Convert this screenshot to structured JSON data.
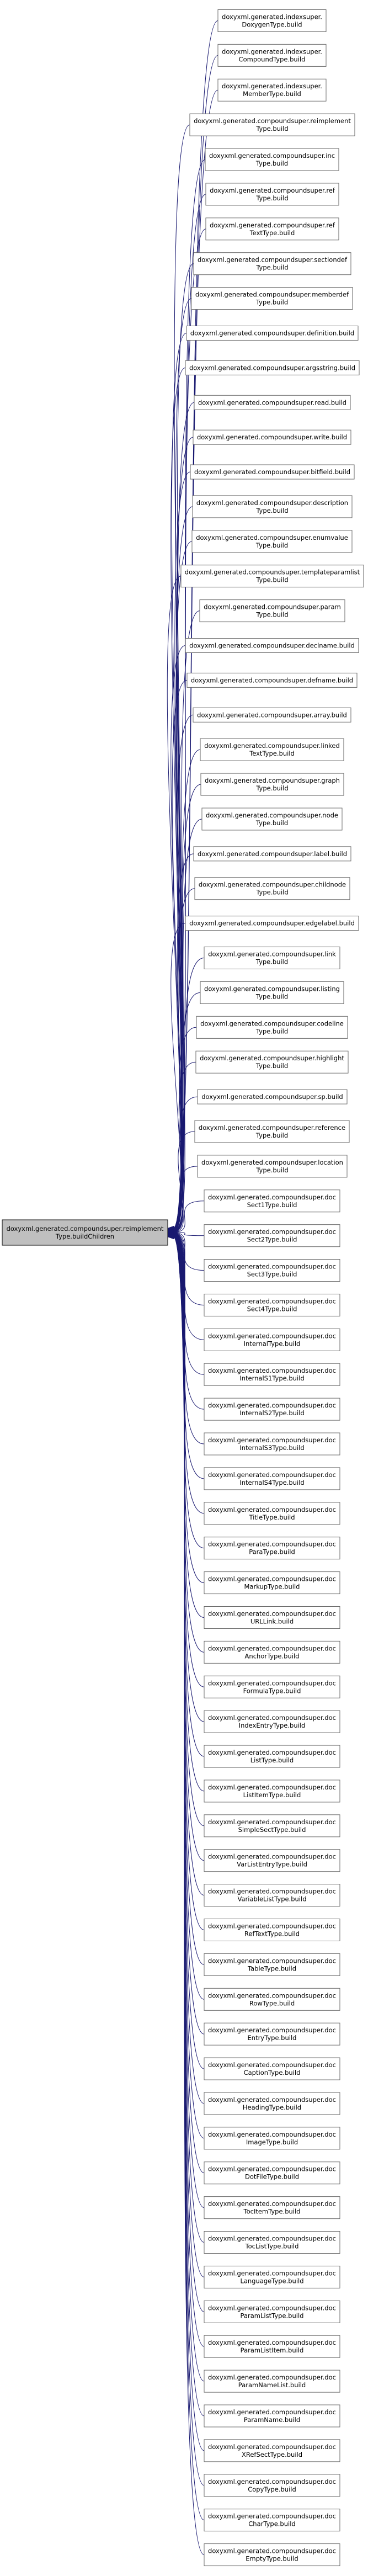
{
  "diagram": {
    "source": {
      "lines": [
        "doxyxml.generated.compoundsuper.reimplement",
        "Type.buildChildren"
      ]
    },
    "targets": [
      {
        "lines": [
          "doxyxml.generated.indexsuper.",
          "DoxygenType.build"
        ]
      },
      {
        "lines": [
          "doxyxml.generated.indexsuper.",
          "CompoundType.build"
        ]
      },
      {
        "lines": [
          "doxyxml.generated.indexsuper.",
          "MemberType.build"
        ]
      },
      {
        "lines": [
          "doxyxml.generated.compoundsuper.reimplement",
          "Type.build"
        ]
      },
      {
        "lines": [
          "doxyxml.generated.compoundsuper.inc",
          "Type.build"
        ]
      },
      {
        "lines": [
          "doxyxml.generated.compoundsuper.ref",
          "Type.build"
        ]
      },
      {
        "lines": [
          "doxyxml.generated.compoundsuper.ref",
          "TextType.build"
        ]
      },
      {
        "lines": [
          "doxyxml.generated.compoundsuper.sectiondef",
          "Type.build"
        ]
      },
      {
        "lines": [
          "doxyxml.generated.compoundsuper.memberdef",
          "Type.build"
        ]
      },
      {
        "lines": [
          "doxyxml.generated.compoundsuper.definition.build"
        ]
      },
      {
        "lines": [
          "doxyxml.generated.compoundsuper.argsstring.build"
        ]
      },
      {
        "lines": [
          "doxyxml.generated.compoundsuper.read.build"
        ]
      },
      {
        "lines": [
          "doxyxml.generated.compoundsuper.write.build"
        ]
      },
      {
        "lines": [
          "doxyxml.generated.compoundsuper.bitfield.build"
        ]
      },
      {
        "lines": [
          "doxyxml.generated.compoundsuper.description",
          "Type.build"
        ]
      },
      {
        "lines": [
          "doxyxml.generated.compoundsuper.enumvalue",
          "Type.build"
        ]
      },
      {
        "lines": [
          "doxyxml.generated.compoundsuper.templateparamlist",
          "Type.build"
        ]
      },
      {
        "lines": [
          "doxyxml.generated.compoundsuper.param",
          "Type.build"
        ]
      },
      {
        "lines": [
          "doxyxml.generated.compoundsuper.declname.build"
        ]
      },
      {
        "lines": [
          "doxyxml.generated.compoundsuper.defname.build"
        ]
      },
      {
        "lines": [
          "doxyxml.generated.compoundsuper.array.build"
        ]
      },
      {
        "lines": [
          "doxyxml.generated.compoundsuper.linked",
          "TextType.build"
        ]
      },
      {
        "lines": [
          "doxyxml.generated.compoundsuper.graph",
          "Type.build"
        ]
      },
      {
        "lines": [
          "doxyxml.generated.compoundsuper.node",
          "Type.build"
        ]
      },
      {
        "lines": [
          "doxyxml.generated.compoundsuper.label.build"
        ]
      },
      {
        "lines": [
          "doxyxml.generated.compoundsuper.childnode",
          "Type.build"
        ]
      },
      {
        "lines": [
          "doxyxml.generated.compoundsuper.edgelabel.build"
        ]
      },
      {
        "lines": [
          "doxyxml.generated.compoundsuper.link",
          "Type.build"
        ]
      },
      {
        "lines": [
          "doxyxml.generated.compoundsuper.listing",
          "Type.build"
        ]
      },
      {
        "lines": [
          "doxyxml.generated.compoundsuper.codeline",
          "Type.build"
        ]
      },
      {
        "lines": [
          "doxyxml.generated.compoundsuper.highlight",
          "Type.build"
        ]
      },
      {
        "lines": [
          "doxyxml.generated.compoundsuper.sp.build"
        ]
      },
      {
        "lines": [
          "doxyxml.generated.compoundsuper.reference",
          "Type.build"
        ]
      },
      {
        "lines": [
          "doxyxml.generated.compoundsuper.location",
          "Type.build"
        ]
      },
      {
        "lines": [
          "doxyxml.generated.compoundsuper.doc",
          "Sect1Type.build"
        ]
      },
      {
        "lines": [
          "doxyxml.generated.compoundsuper.doc",
          "Sect2Type.build"
        ]
      },
      {
        "lines": [
          "doxyxml.generated.compoundsuper.doc",
          "Sect3Type.build"
        ]
      },
      {
        "lines": [
          "doxyxml.generated.compoundsuper.doc",
          "Sect4Type.build"
        ]
      },
      {
        "lines": [
          "doxyxml.generated.compoundsuper.doc",
          "InternalType.build"
        ]
      },
      {
        "lines": [
          "doxyxml.generated.compoundsuper.doc",
          "InternalS1Type.build"
        ]
      },
      {
        "lines": [
          "doxyxml.generated.compoundsuper.doc",
          "InternalS2Type.build"
        ]
      },
      {
        "lines": [
          "doxyxml.generated.compoundsuper.doc",
          "InternalS3Type.build"
        ]
      },
      {
        "lines": [
          "doxyxml.generated.compoundsuper.doc",
          "InternalS4Type.build"
        ]
      },
      {
        "lines": [
          "doxyxml.generated.compoundsuper.doc",
          "TitleType.build"
        ]
      },
      {
        "lines": [
          "doxyxml.generated.compoundsuper.doc",
          "ParaType.build"
        ]
      },
      {
        "lines": [
          "doxyxml.generated.compoundsuper.doc",
          "MarkupType.build"
        ]
      },
      {
        "lines": [
          "doxyxml.generated.compoundsuper.doc",
          "URLLink.build"
        ]
      },
      {
        "lines": [
          "doxyxml.generated.compoundsuper.doc",
          "AnchorType.build"
        ]
      },
      {
        "lines": [
          "doxyxml.generated.compoundsuper.doc",
          "FormulaType.build"
        ]
      },
      {
        "lines": [
          "doxyxml.generated.compoundsuper.doc",
          "IndexEntryType.build"
        ]
      },
      {
        "lines": [
          "doxyxml.generated.compoundsuper.doc",
          "ListType.build"
        ]
      },
      {
        "lines": [
          "doxyxml.generated.compoundsuper.doc",
          "ListItemType.build"
        ]
      },
      {
        "lines": [
          "doxyxml.generated.compoundsuper.doc",
          "SimpleSectType.build"
        ]
      },
      {
        "lines": [
          "doxyxml.generated.compoundsuper.doc",
          "VarListEntryType.build"
        ]
      },
      {
        "lines": [
          "doxyxml.generated.compoundsuper.doc",
          "VariableListType.build"
        ]
      },
      {
        "lines": [
          "doxyxml.generated.compoundsuper.doc",
          "RefTextType.build"
        ]
      },
      {
        "lines": [
          "doxyxml.generated.compoundsuper.doc",
          "TableType.build"
        ]
      },
      {
        "lines": [
          "doxyxml.generated.compoundsuper.doc",
          "RowType.build"
        ]
      },
      {
        "lines": [
          "doxyxml.generated.compoundsuper.doc",
          "EntryType.build"
        ]
      },
      {
        "lines": [
          "doxyxml.generated.compoundsuper.doc",
          "CaptionType.build"
        ]
      },
      {
        "lines": [
          "doxyxml.generated.compoundsuper.doc",
          "HeadingType.build"
        ]
      },
      {
        "lines": [
          "doxyxml.generated.compoundsuper.doc",
          "ImageType.build"
        ]
      },
      {
        "lines": [
          "doxyxml.generated.compoundsuper.doc",
          "DotFileType.build"
        ]
      },
      {
        "lines": [
          "doxyxml.generated.compoundsuper.doc",
          "TocItemType.build"
        ]
      },
      {
        "lines": [
          "doxyxml.generated.compoundsuper.doc",
          "TocListType.build"
        ]
      },
      {
        "lines": [
          "doxyxml.generated.compoundsuper.doc",
          "LanguageType.build"
        ]
      },
      {
        "lines": [
          "doxyxml.generated.compoundsuper.doc",
          "ParamListType.build"
        ]
      },
      {
        "lines": [
          "doxyxml.generated.compoundsuper.doc",
          "ParamListItem.build"
        ]
      },
      {
        "lines": [
          "doxyxml.generated.compoundsuper.doc",
          "ParamNameList.build"
        ]
      },
      {
        "lines": [
          "doxyxml.generated.compoundsuper.doc",
          "ParamName.build"
        ]
      },
      {
        "lines": [
          "doxyxml.generated.compoundsuper.doc",
          "XRefSectType.build"
        ]
      },
      {
        "lines": [
          "doxyxml.generated.compoundsuper.doc",
          "CopyType.build"
        ]
      },
      {
        "lines": [
          "doxyxml.generated.compoundsuper.doc",
          "CharType.build"
        ]
      },
      {
        "lines": [
          "doxyxml.generated.compoundsuper.doc",
          "EmptyType.build"
        ]
      }
    ],
    "colors": {
      "edge": "#191970",
      "source_fill": "#bfbfbf",
      "node_fill": "#ffffff",
      "node_border": "#666666"
    }
  }
}
